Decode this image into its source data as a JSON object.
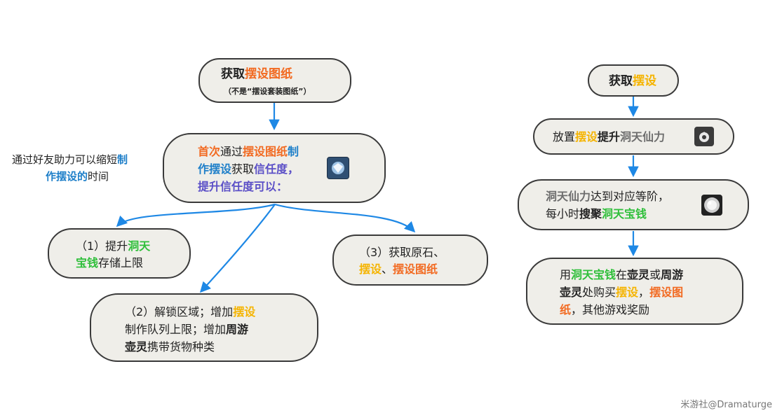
{
  "left": {
    "top_node": {
      "prefix": "获取",
      "hl": "摆设图纸",
      "sub": "（不是“摆设套装图纸”）"
    },
    "mid_node": {
      "p1": "首次",
      "p2": "通过",
      "p3": "摆设图纸",
      "p4": "制",
      "p5": "作摆设",
      "p6": "获取",
      "p7": "信任度，",
      "p8": "提升信任度可以："
    },
    "side_note": {
      "t1": "通过好友助力可以缩短",
      "t2": "制",
      "t3": "作摆设的",
      "t4": "时间"
    },
    "node1": {
      "t1": "（1）提升",
      "t2": "洞天",
      "t3": "宝钱",
      "t4": "存储上限"
    },
    "node2": {
      "t1": "（2）解锁区域；增加",
      "t2": "摆设",
      "t3": "制作队列上限；增加",
      "t4": "周游",
      "t5": "壶灵",
      "t6": "携带货物种类"
    },
    "node3": {
      "t1": "（3）获取原石、",
      "t2": "摆设",
      "t3": "、",
      "t4": "摆设图纸"
    }
  },
  "right": {
    "r1": {
      "t1": "获取",
      "t2": "摆设"
    },
    "r2": {
      "t1": "放置",
      "t2": "摆设",
      "t3": "提升",
      "t4": "洞天仙力"
    },
    "r3": {
      "t1": "洞天仙力",
      "t2": "达到对应等阶，",
      "t3": "每小时",
      "t4": "搜聚",
      "t5": "洞天宝钱"
    },
    "r4": {
      "t1": "用",
      "t2": "洞天宝钱",
      "t3": "在",
      "t4": "壶灵",
      "t5": "或",
      "t6": "周游",
      "t7": "壶灵",
      "t8": "处购买",
      "t9": "摆设",
      "t10": "，",
      "t11": "摆设图",
      "t12": "纸",
      "t13": "，其他游戏奖励"
    }
  },
  "watermark": "米游社@Dramaturge",
  "colors": {
    "arrow": "#1e88e5",
    "node_bg": "#efeee9",
    "border": "#3a3a3a",
    "orange": "#f26a21",
    "yellow": "#f5b400",
    "green": "#2fbf3a",
    "blue": "#1e7fc9",
    "purple": "#5b4fc7"
  }
}
